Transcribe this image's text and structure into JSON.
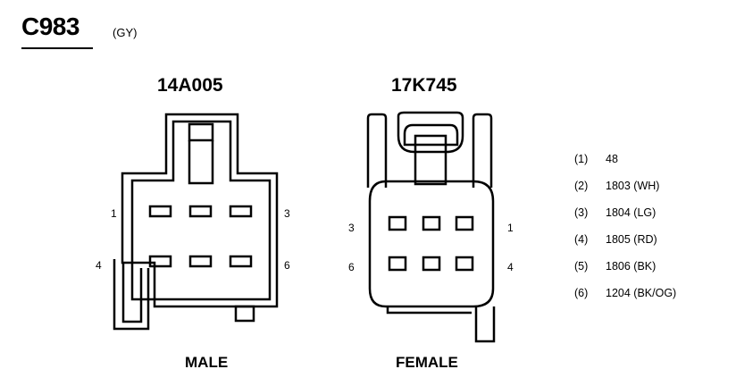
{
  "connector": {
    "id": "C983",
    "color_code": "(GY)"
  },
  "male": {
    "part_number": "14A005",
    "label": "MALE",
    "pin_labels": [
      "1",
      "3",
      "4",
      "6"
    ]
  },
  "female": {
    "part_number": "17K745",
    "label": "FEMALE",
    "pin_labels": [
      "3",
      "1",
      "6",
      "4"
    ]
  },
  "pinout": [
    {
      "pin": "(1)",
      "circuit": "48"
    },
    {
      "pin": "(2)",
      "circuit": "1803 (WH)"
    },
    {
      "pin": "(3)",
      "circuit": "1804 (LG)"
    },
    {
      "pin": "(4)",
      "circuit": "1805 (RD)"
    },
    {
      "pin": "(5)",
      "circuit": "1806 (BK)"
    },
    {
      "pin": "(6)",
      "circuit": "1204 (BK/OG)"
    }
  ]
}
